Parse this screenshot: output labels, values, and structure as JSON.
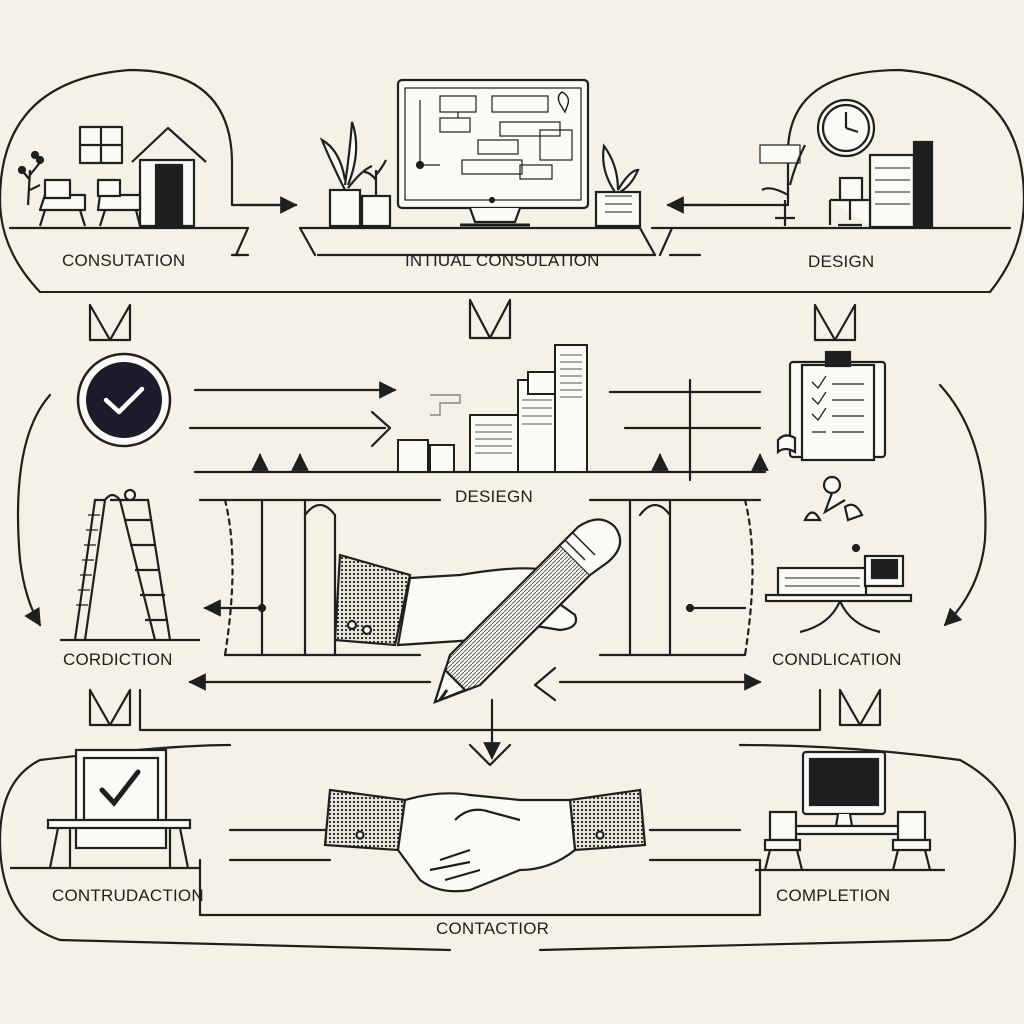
{
  "labels": {
    "consultation": "CONSUTATION",
    "initial_consultation": "INTIUAL CONSULATION",
    "design_top": "DESIGN",
    "design_middle": "DESIEGN",
    "cordiction": "CORDICTION",
    "condlication": "CONDLICATION",
    "contrudaction": "CONTRUDACTION",
    "contactor": "CONTACTIOR",
    "completion": "COMPLETION"
  },
  "colors": {
    "background": "#f4f1e6",
    "ink": "#1f1f1f",
    "panel": "#fbfaf4",
    "badge": "#1b1b2a"
  },
  "icons": {
    "stage1": "house-furniture-icon",
    "stage2": "monitor-flowchart-icon",
    "stage3": "clock-office-icon",
    "check": "check-badge-icon",
    "ladder": "ladder-icon",
    "pen_hand": "hand-pen-icon",
    "clipboard": "clipboard-icon",
    "desk": "desk-lamp-icon",
    "board": "checked-board-icon",
    "handshake": "handshake-icon",
    "office": "computer-desk-icon"
  }
}
